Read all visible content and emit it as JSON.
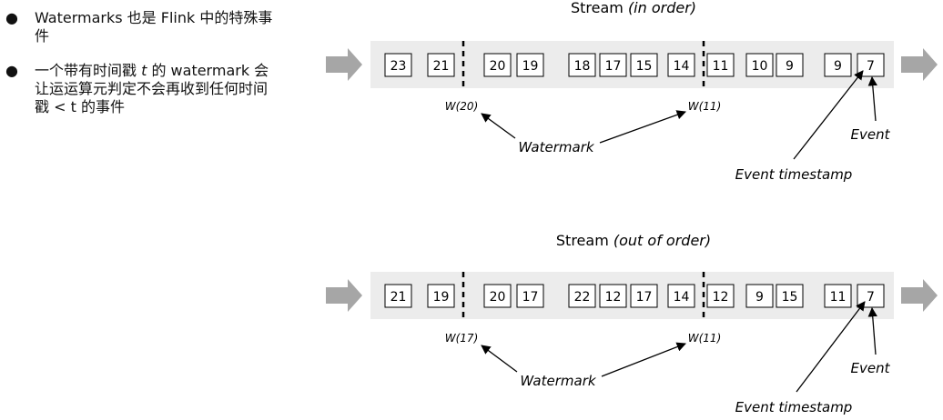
{
  "bullets": [
    {
      "prefix": "Watermarks 也是 Flink 中的特殊事件",
      "var": "",
      "suffix": ""
    },
    {
      "prefix": "一个带有时间戳 ",
      "var": "t",
      "suffix": " 的 watermark 会让运运算元判定不会再收到任何时间戳 < t 的事件"
    }
  ],
  "bullet_symbol": "●",
  "streams": [
    {
      "title": "Stream",
      "title_qualifier": "(in order)",
      "events": [
        "23",
        "21",
        "20",
        "19",
        "18",
        "17",
        "15",
        "14",
        "11",
        "10",
        "9",
        "9",
        "7"
      ],
      "watermarks": [
        "W(20)",
        "W(11)"
      ],
      "watermark_label": "Watermark",
      "event_label": "Event",
      "timestamp_label": "Event timestamp"
    },
    {
      "title": "Stream",
      "title_qualifier": "(out of order)",
      "events": [
        "21",
        "19",
        "20",
        "17",
        "22",
        "12",
        "17",
        "14",
        "12",
        "9",
        "15",
        "11",
        "7"
      ],
      "watermarks": [
        "W(17)",
        "W(11)"
      ],
      "watermark_label": "Watermark",
      "event_label": "Event",
      "timestamp_label": "Event timestamp"
    }
  ],
  "colors": {
    "band": "#ececec",
    "arrow": "#a6a6a6",
    "box_border": "#000000",
    "text": "#000000"
  }
}
